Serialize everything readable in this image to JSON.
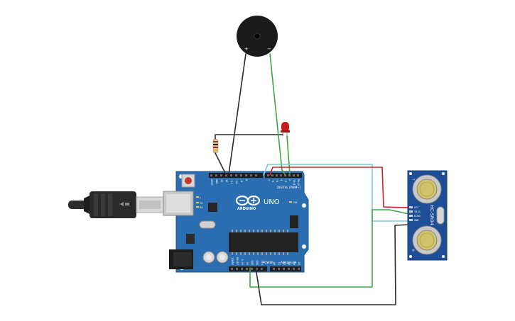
{
  "board": {
    "logo_text": "ARDUINO",
    "model": "UNO",
    "digital_header": "DIGITAL (PWM~)",
    "power_header": "POWER",
    "analog_header": "ANALOG IN",
    "on_label": "ON",
    "tx_label": "TX",
    "rx_label": "RX",
    "l_label": "L",
    "digital_pins": [
      "AREF",
      "GND",
      "13",
      "12",
      "~11",
      "~10",
      "~9",
      "8",
      "7",
      "~6",
      "~5",
      "4",
      "~3",
      "2",
      "TX▸1",
      "RX◂0"
    ],
    "power_pins": [
      "IOREF",
      "RESET",
      "3.3V",
      "5V",
      "GND",
      "GND",
      "Vin"
    ],
    "analog_pins": [
      "A0",
      "A1",
      "A2",
      "A3",
      "A4",
      "A5"
    ]
  },
  "buzzer": {
    "plus": "+",
    "minus": "−"
  },
  "sensor": {
    "model": "HC-SR04",
    "pins": [
      "VCC",
      "TRIG",
      "ECHO",
      "GND"
    ],
    "mark_top": "T",
    "mark_bottom": "R"
  },
  "colors": {
    "board": "#2a6db0",
    "wire_black": "#2b2b2b",
    "wire_green": "#3aa845",
    "wire_red": "#d02424",
    "wire_cyan": "#7ec8d2",
    "led": "#c41e1e"
  }
}
